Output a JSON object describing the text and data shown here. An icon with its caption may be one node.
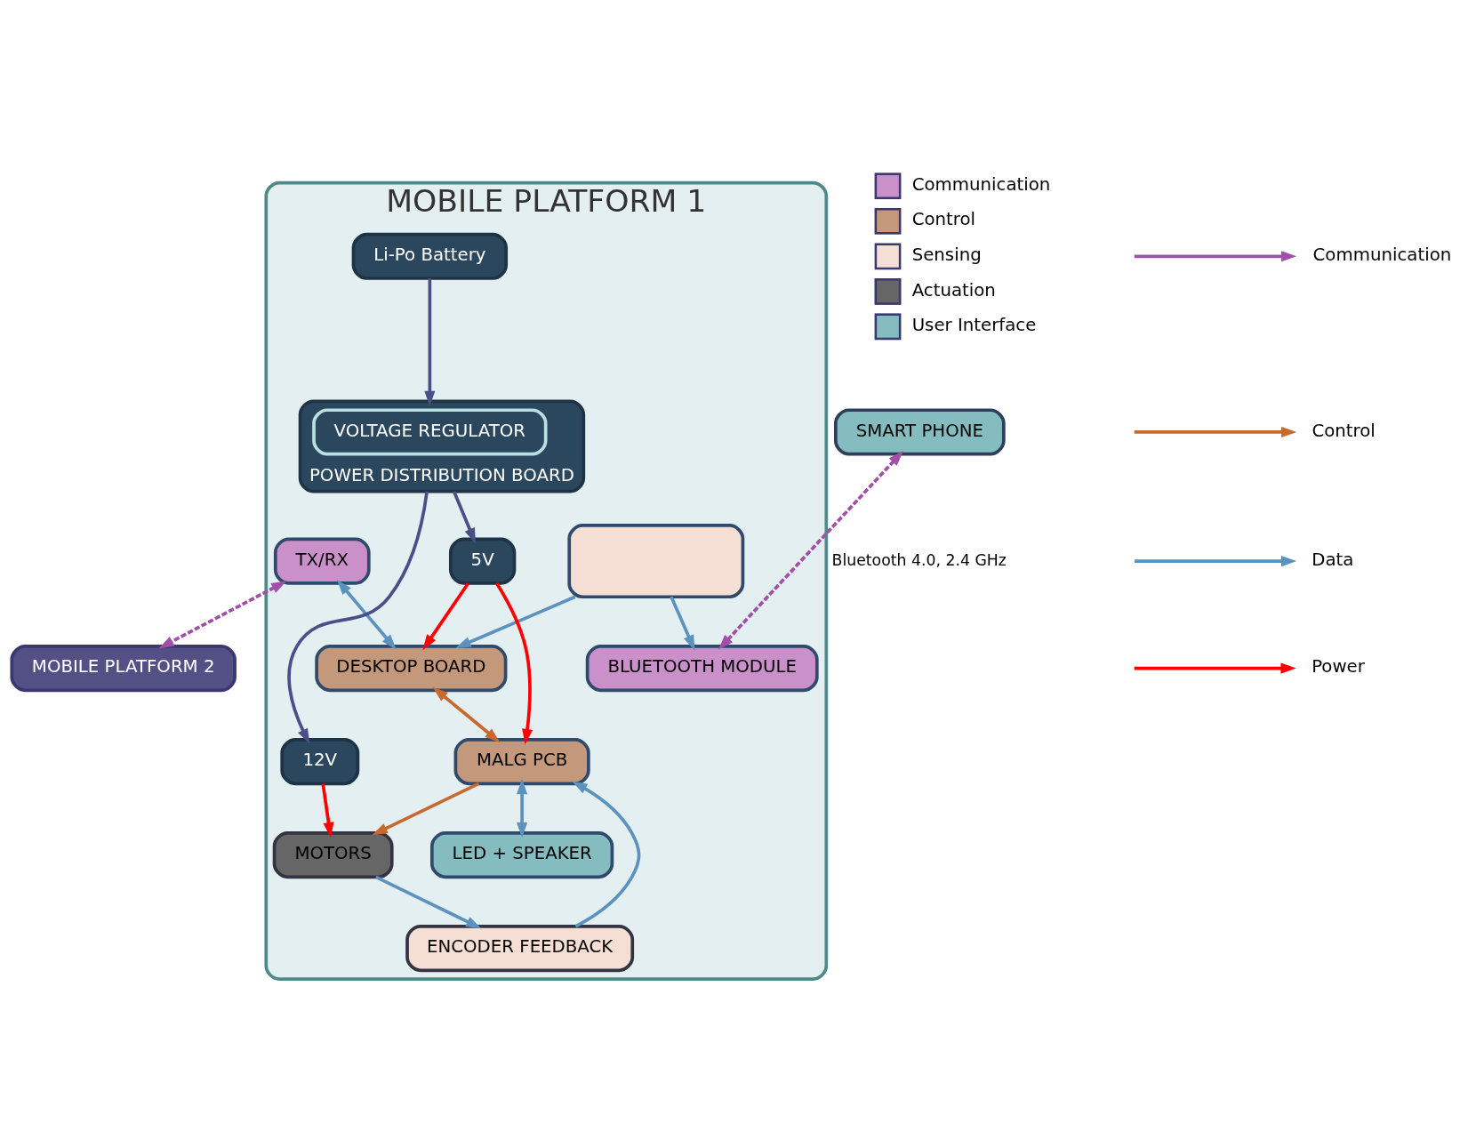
{
  "diagram": {
    "nodes": [
      {
        "text": [
          "MOBILE PLATFORM 1"
        ]
      },
      {
        "text": [
          "SMART PHONE"
        ]
      },
      {
        "text": [
          "BLUETOOTH MODULE"
        ],
        "in": 0
      },
      {
        "text": [],
        "shape": "box",
        "in": 0
      },
      {
        "text": [
          "DESKTOP BOARD"
        ],
        "in": 0
      },
      {
        "text": [
          "LED + SPEAKER"
        ],
        "in": 0
      },
      {
        "text": [
          "TX/RX"
        ],
        "in": 0
      },
      {
        "text": [
          "MALG PCB"
        ],
        "in": 0
      },
      {
        "text": [
          "5V"
        ],
        "in": 0
      },
      {
        "text": [
          "12V"
        ],
        "in": 0
      },
      {
        "text": [
          "ENCODER FEEDBACK"
        ],
        "in": 0
      },
      {
        "text": [
          "MOTORS"
        ],
        "in": 0
      },
      {
        "text": [
          "POWER DISTRIBUTION BOARD"
        ],
        "in": 0
      },
      {
        "text": [
          "VOLTAGE REGULATOR"
        ],
        "in": 12
      },
      {
        "text": [
          "Li-Po Battery"
        ],
        "in": 0
      },
      {
        "text": [
          "MOBILE PLATFORM 2"
        ]
      }
    ],
    "edges": [
      {
        "from": 1,
        "to": 2,
        "arrow": "both",
        "label": "Bluetooth 4.0, 2.4 GHz",
        "style": "dashed",
        "color": "#a14fa8"
      },
      {
        "from": 3,
        "to": 2,
        "arrow": "to"
      },
      {
        "from": 3,
        "to": 4,
        "arrow": "to"
      },
      {
        "from": 6,
        "to": 4,
        "arrow": "both"
      },
      {
        "from": 4,
        "to": 7,
        "arrow": "both",
        "color": "#c8692e"
      },
      {
        "from": 7,
        "to": 5,
        "arrow": "both"
      },
      {
        "from": 8,
        "to": 4,
        "arrow": "to",
        "color": "#ff0000"
      },
      {
        "from": 8,
        "to": 7,
        "arrow": "to",
        "color": "#ff0000"
      },
      {
        "from": 9,
        "to": 11,
        "arrow": "to",
        "color": "#ff0000"
      },
      {
        "from": 10,
        "to": 7,
        "arrow": "to"
      },
      {
        "from": 7,
        "to": 11,
        "arrow": "to",
        "color": "#c8692e"
      },
      {
        "from": 11,
        "to": 10,
        "arrow": "to"
      },
      {
        "from": 14,
        "to": 12,
        "arrow": "to",
        "color": "#4a4f8a"
      },
      {
        "from": 12,
        "to": 8,
        "arrow": "to",
        "color": "#4a4f8a"
      },
      {
        "from": 12,
        "to": 9,
        "arrow": "to",
        "color": "#4a4f8a"
      },
      {
        "from": 6,
        "to": 15,
        "arrow": "both",
        "style": "dashed",
        "color": "#a14fa8"
      }
    ],
    "legend": [
      {
        "text": "Communication",
        "color": "#c990c9"
      },
      {
        "text": "Control",
        "color": "#c4987a"
      },
      {
        "text": "Sensing",
        "color": "#f5ded3"
      },
      {
        "text": "Actuation",
        "color": "#666666"
      },
      {
        "text": "User Interface",
        "color": "#85bcc0"
      },
      {
        "text": "Communication",
        "color": "#a14fa8"
      },
      {
        "text": "Control",
        "color": "#c8692e"
      },
      {
        "text": "Data",
        "color": "#5b93be"
      },
      {
        "text": "Power",
        "color": "#ff0000"
      }
    ]
  }
}
